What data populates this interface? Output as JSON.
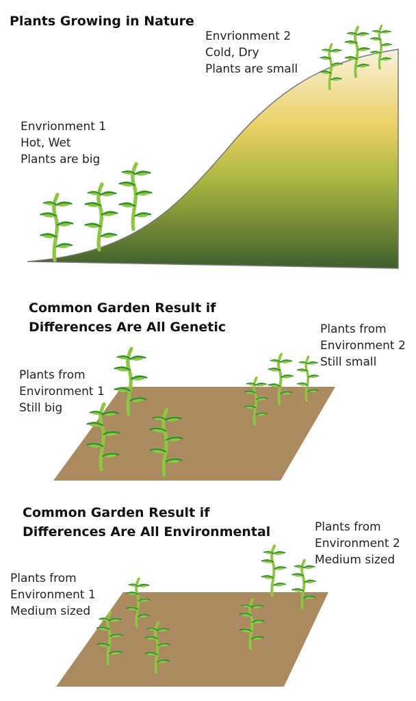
{
  "section1": {
    "title": "Plants Growing in Nature",
    "env1": [
      "Envrionment 1",
      "Hot, Wet",
      "Plants are big"
    ],
    "env2": [
      "Envrionment 2",
      "Cold, Dry",
      "Plants are small"
    ]
  },
  "section2": {
    "title": [
      "Common Garden Result if",
      "Differences Are All Genetic"
    ],
    "env1": [
      "Plants from",
      "Environment 1",
      "Still big"
    ],
    "env2": [
      "Plants from",
      "Environment 2",
      "Still small"
    ]
  },
  "section3": {
    "title": [
      "Common Garden Result if",
      "Differences Are All Environmental"
    ],
    "env1": [
      "Plants from",
      "Environment 1",
      "Medium sized"
    ],
    "env2": [
      "Plants from",
      "Environment 2",
      "Medium sized"
    ]
  },
  "colors": {
    "stem": "#8dc63f",
    "vein": "#2e8b3e",
    "soil": "#ab8a60"
  }
}
